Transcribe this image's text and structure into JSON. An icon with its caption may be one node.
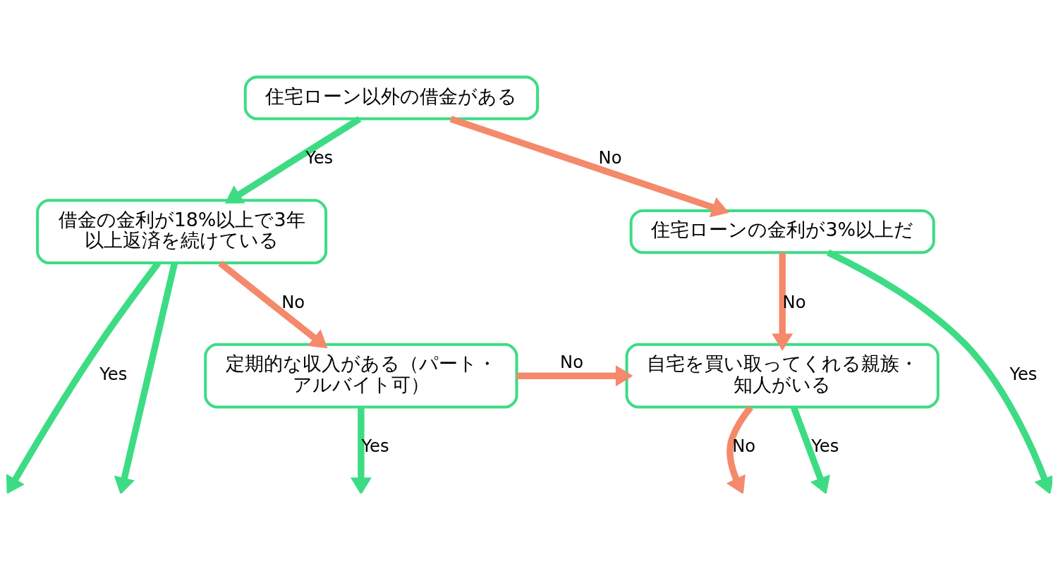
{
  "diagram": {
    "nodes": [
      {
        "text": [
          "住宅ローン以外の借金がある"
        ]
      },
      {
        "text": [
          "借金の金利が18%以上で3年以上返済を続けている"
        ]
      },
      {
        "text": [
          "住宅ローンの金利が3%以上だ"
        ]
      },
      {
        "text": [
          "定期的な収入がある（パート・アルバイト可）"
        ]
      },
      {
        "text": [
          "自宅を買い取ってくれる親族・知人がいる"
        ]
      }
    ],
    "edges": [
      {
        "from": 0,
        "to": 1,
        "arrow": "to",
        "label": "Yes"
      },
      {
        "from": 0,
        "to": 2,
        "arrow": "to",
        "label": "No",
        "color": "#f4896b"
      },
      {
        "from": 1,
        "to": null,
        "arrow": "to",
        "label": "Yes"
      },
      {
        "from": 1,
        "to": null,
        "arrow": "to"
      },
      {
        "from": 1,
        "to": 3,
        "arrow": "to",
        "label": "No",
        "color": "#f4896b"
      },
      {
        "from": 2,
        "to": 4,
        "arrow": "to",
        "label": "No",
        "color": "#f4896b"
      },
      {
        "from": 2,
        "to": null,
        "arrow": "to",
        "label": "Yes"
      },
      {
        "from": 3,
        "to": 4,
        "arrow": "to",
        "label": "No",
        "color": "#f4896b"
      },
      {
        "from": 3,
        "to": null,
        "arrow": "to",
        "label": "Yes"
      },
      {
        "from": 4,
        "to": null,
        "arrow": "to",
        "label": "No",
        "color": "#f4896b"
      },
      {
        "from": 4,
        "to": null,
        "arrow": "to",
        "label": "Yes"
      }
    ]
  }
}
